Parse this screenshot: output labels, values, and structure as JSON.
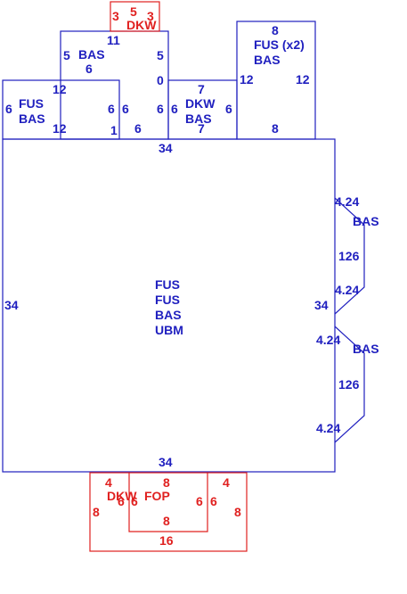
{
  "colors": {
    "blue": "#1f1fbf",
    "red": "#e0201f"
  },
  "top_tiny": {
    "label": "DKW",
    "dims": [
      "3",
      "5",
      "3"
    ]
  },
  "top_center": {
    "label": "BAS",
    "dims": [
      "11",
      "5",
      "6",
      "5",
      "0",
      "6",
      "6"
    ]
  },
  "top_left": {
    "labels": [
      "FUS",
      "BAS"
    ],
    "dims": [
      "12",
      "6",
      "6",
      "12",
      "1"
    ]
  },
  "mid_small": {
    "labels": [
      "DKW",
      "BAS"
    ],
    "dims": [
      "7",
      "6",
      "6",
      "7"
    ]
  },
  "top_right": {
    "labels": [
      "FUS (x2)",
      "BAS"
    ],
    "dims": [
      "8",
      "12",
      "12",
      "8"
    ]
  },
  "main": {
    "labels": [
      "FUS",
      "FUS",
      "BAS",
      "UBM"
    ],
    "dims": [
      "34",
      "34",
      "34",
      "34"
    ]
  },
  "side_upper": {
    "label": "BAS",
    "dims": [
      "4.24",
      "126",
      "4.24"
    ]
  },
  "side_lower": {
    "label": "BAS",
    "dims": [
      "4.24",
      "126",
      "4.24"
    ]
  },
  "bottom": {
    "labels": [
      "DKW",
      "FOP"
    ],
    "dims": [
      "4",
      "8",
      "6",
      "6",
      "6",
      "6",
      "4",
      "8",
      "8",
      "8",
      "16"
    ]
  }
}
